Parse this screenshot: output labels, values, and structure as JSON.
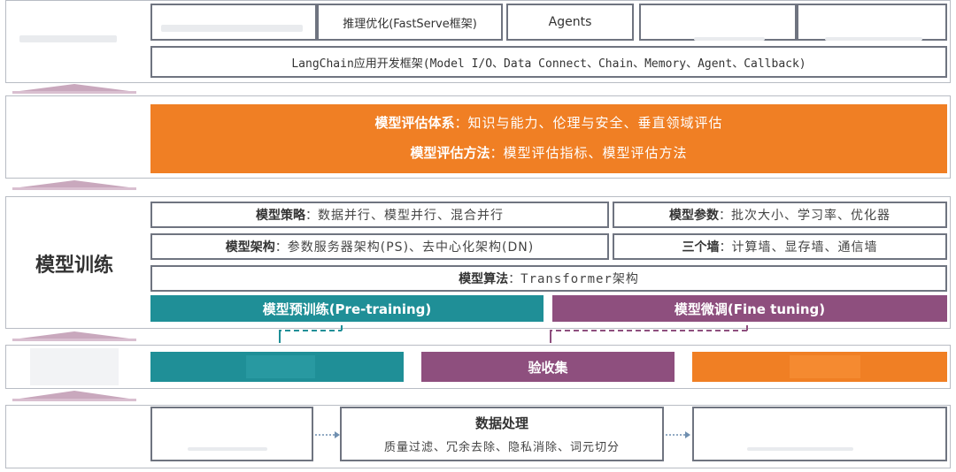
{
  "app_layer": {
    "inference_label": "推理优化(FastServe框架)",
    "agents_label": "Agents",
    "langchain_label": "LangChain应用开发框架(Model I/O、Data Connect、Chain、Memory、Agent、Callback)"
  },
  "eval_layer": {
    "line1_label": "模型评估体系",
    "line1_value": "知识与能力、伦理与安全、垂直领域评估",
    "line2_label": "模型评估方法",
    "line2_value": "模型评估指标、模型评估方法"
  },
  "training_layer": {
    "title": "模型训练",
    "strategy_label": "模型策略",
    "strategy_value": "数据并行、模型并行、混合并行",
    "params_label": "模型参数",
    "params_value": "批次大小、学习率、优化器",
    "arch_label": "模型架构",
    "arch_value": "参数服务器架构(PS)、去中心化架构(DN)",
    "walls_label": "三个墙",
    "walls_value": "计算墙、显存墙、通信墙",
    "algo_label": "模型算法",
    "algo_value": "Transformer架构",
    "pretrain_label": "模型预训练(Pre-training)",
    "finetune_label": "模型微调(Fine tuning)"
  },
  "dataset_layer": {
    "validation_label": "验收集"
  },
  "data_layer": {
    "processing_title": "数据处理",
    "processing_value": "质量过滤、冗余去除、隐私消除、词元切分"
  },
  "colors": {
    "orange": "#f07f24",
    "teal": "#1f8f97",
    "purple": "#8e4f7e",
    "arrow": "#c9a8bd",
    "border": "#6f7480"
  }
}
